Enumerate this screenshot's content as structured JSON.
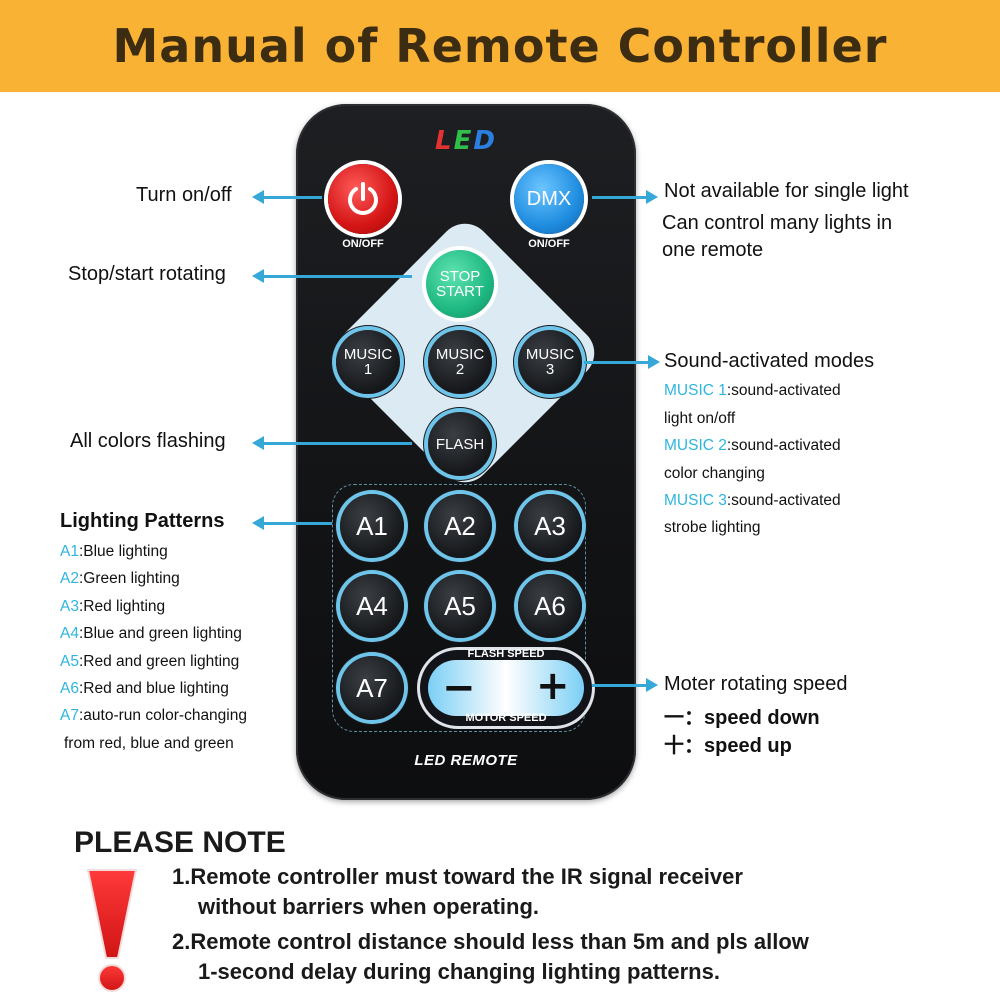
{
  "banner": {
    "title": "Manual of Remote Controller"
  },
  "remote": {
    "logo": {
      "l": "L",
      "e": "E",
      "d": "D"
    },
    "power_label": "ON/OFF",
    "dmx_button": "DMX",
    "dmx_label": "ON/OFF",
    "stop_start": {
      "line1": "STOP",
      "line2": "START"
    },
    "music_buttons": [
      {
        "line1": "MUSIC",
        "line2": "1"
      },
      {
        "line1": "MUSIC",
        "line2": "2"
      },
      {
        "line1": "MUSIC",
        "line2": "3"
      }
    ],
    "flash_button": "FLASH",
    "a_buttons": [
      "A1",
      "A2",
      "A3",
      "A4",
      "A5",
      "A6",
      "A7"
    ],
    "flash_speed_label": "FLASH SPEED",
    "motor_speed_label": "MOTOR SPEED",
    "minus": "−",
    "plus": "+",
    "footer": "LED REMOTE"
  },
  "left_labels": {
    "turn_on_off": "Turn on/off",
    "stop_start_rotating": "Stop/start rotating",
    "all_colors_flashing": "All colors flashing",
    "lighting_patterns": {
      "title": "Lighting  Patterns",
      "items": [
        {
          "key": "A1",
          "text": ":Blue lighting"
        },
        {
          "key": "A2",
          "text": ":Green lighting"
        },
        {
          "key": "A3",
          "text": ":Red lighting"
        },
        {
          "key": "A4",
          "text": ":Blue and green lighting"
        },
        {
          "key": "A5",
          "text": ":Red and green lighting"
        },
        {
          "key": "A6",
          "text": ":Red and blue lighting"
        },
        {
          "key": "A7",
          "text": ":auto-run color-changing"
        }
      ],
      "continuation": "from red, blue and green"
    }
  },
  "right_labels": {
    "dmx": {
      "line1": "Not available for single light",
      "line2": "Can control many lights in",
      "line3": "one remote"
    },
    "sound": {
      "title": "Sound-activated modes",
      "items": [
        {
          "key": "MUSIC 1",
          "text": ":sound-activated",
          "line2": "light on/off"
        },
        {
          "key": "MUSIC 2",
          "text": ":sound-activated",
          "line2": "color changing"
        },
        {
          "key": "MUSIC 3",
          "text": ":sound-activated",
          "line2": "strobe lighting"
        }
      ]
    },
    "motor": {
      "title": "Moter rotating speed",
      "minus_line": "一：speed down",
      "plus_line": "十：speed up"
    }
  },
  "note": {
    "title": "PLEASE NOTE",
    "line1a": "1.Remote controller must toward the IR signal receiver",
    "line1b": "without barriers when operating.",
    "line2a": "2.Remote control distance should less than 5m and pls allow",
    "line2b": "1-second delay during changing lighting patterns."
  },
  "colors": {
    "banner": "#f9b233",
    "accent": "#35a8d8",
    "power": "#d41515",
    "dmx": "#1f8de0",
    "stop_start": "#1eb882",
    "warning": "#e02020"
  },
  "icons": {
    "power": "power-icon",
    "exclamation": "exclamation-icon"
  }
}
